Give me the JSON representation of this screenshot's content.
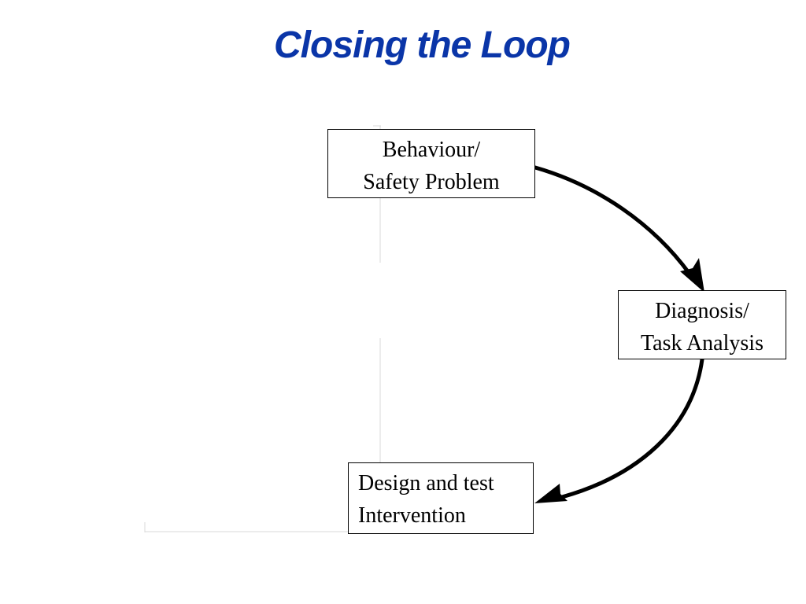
{
  "slide": {
    "title": "Closing the Loop",
    "title_color": "#0a35a8"
  },
  "nodes": {
    "problem": {
      "line1": "Behaviour/",
      "line2": "Safety Problem"
    },
    "diagnosis": {
      "line1": "Diagnosis/",
      "line2": "Task Analysis"
    },
    "design": {
      "line1": "Design and test",
      "line2": "Intervention"
    }
  },
  "edges": [
    {
      "from": "problem",
      "to": "diagnosis"
    },
    {
      "from": "diagnosis",
      "to": "design"
    }
  ]
}
